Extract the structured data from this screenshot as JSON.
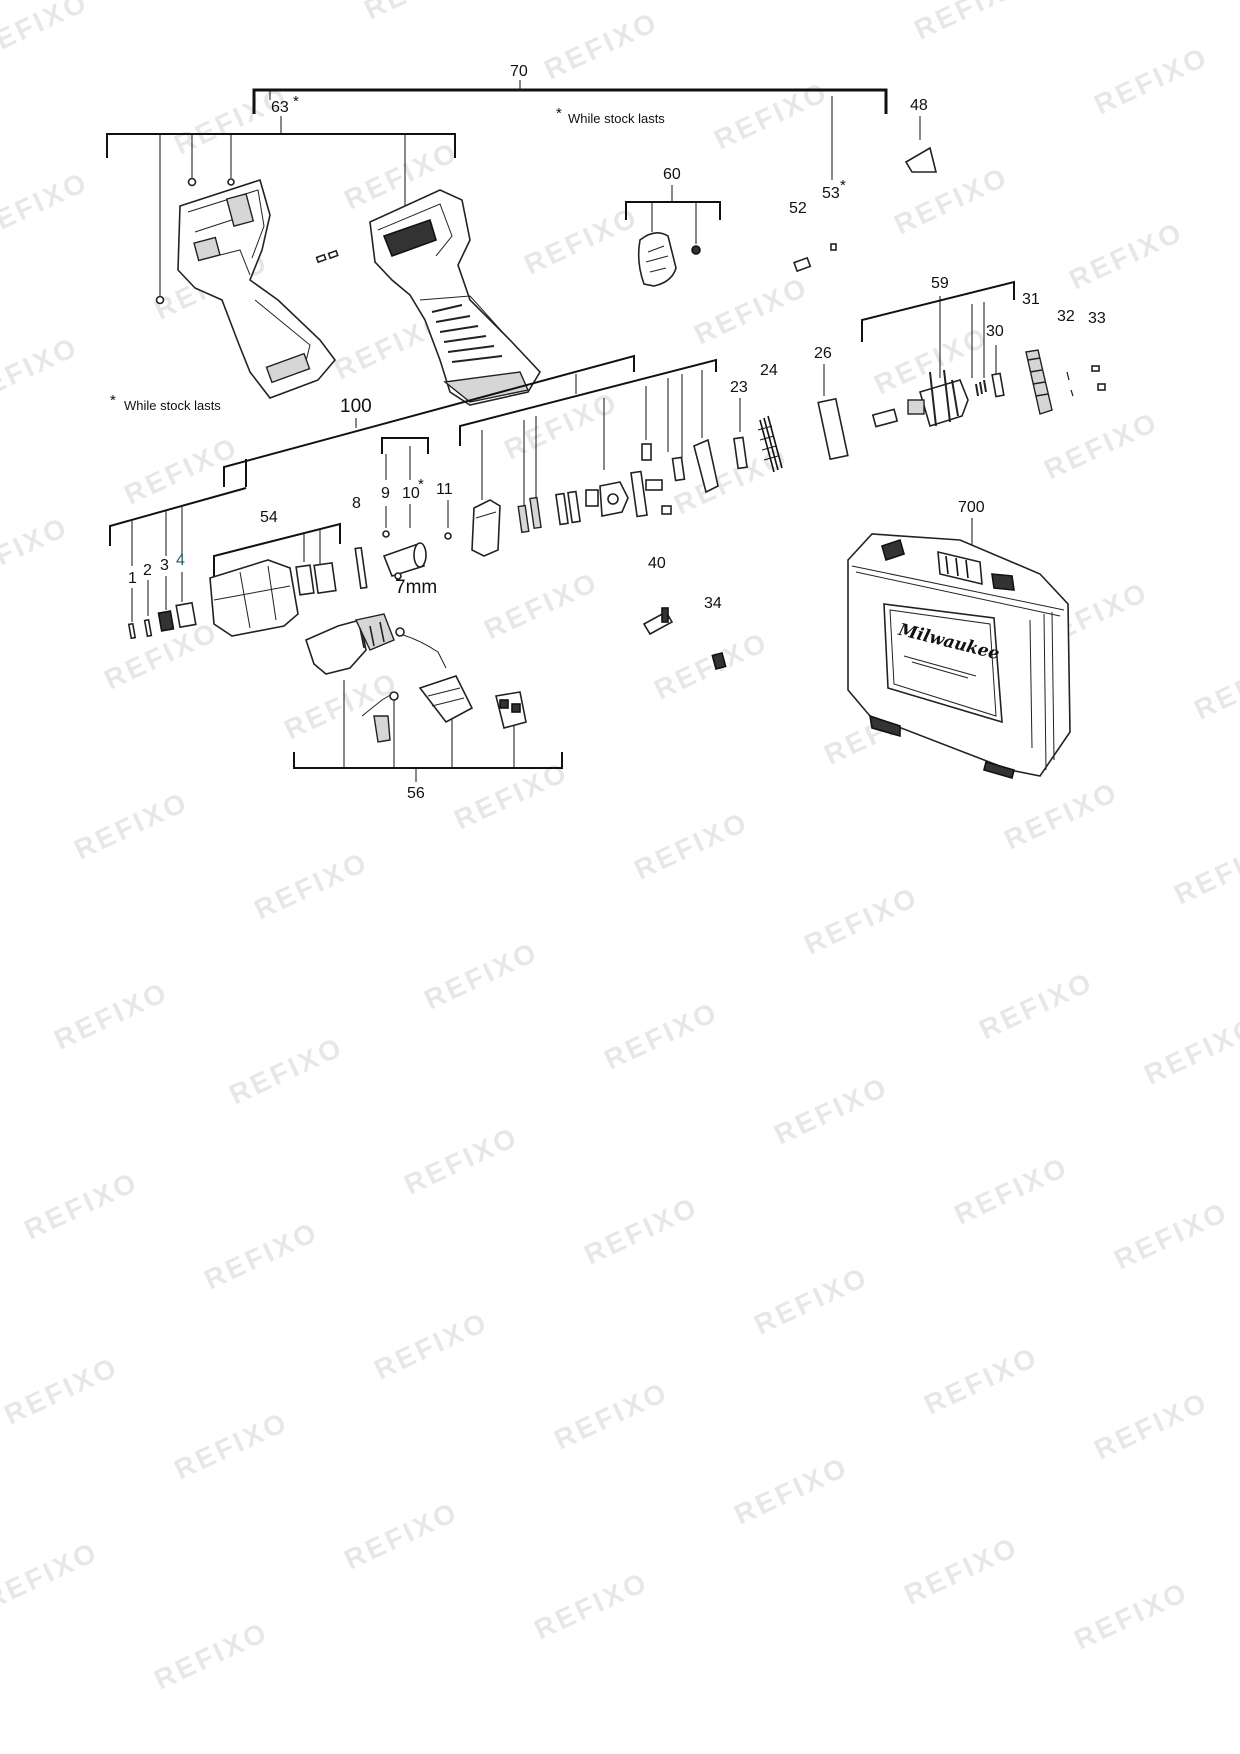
{
  "watermark": "REFIXO",
  "notes": {
    "top": "While stock lasts",
    "left": "While stock lasts",
    "star": "*"
  },
  "callouts": {
    "c70": "70",
    "c63": "63",
    "c48": "48",
    "c60": "60",
    "c52": "52",
    "c53": "53",
    "c59": "59",
    "c31": "31",
    "c30": "30",
    "c32": "32",
    "c33": "33",
    "c26": "26",
    "c24": "24",
    "c23": "23",
    "c100": "100",
    "c9": "9",
    "c10": "10",
    "c11": "11",
    "c8": "8",
    "c54": "54",
    "c1": "1",
    "c2": "2",
    "c3": "3",
    "c4": "4",
    "c40": "40",
    "c34": "34",
    "c700": "700",
    "c56": "56"
  },
  "size_note": "7mm",
  "case_brand": "Milwaukee"
}
